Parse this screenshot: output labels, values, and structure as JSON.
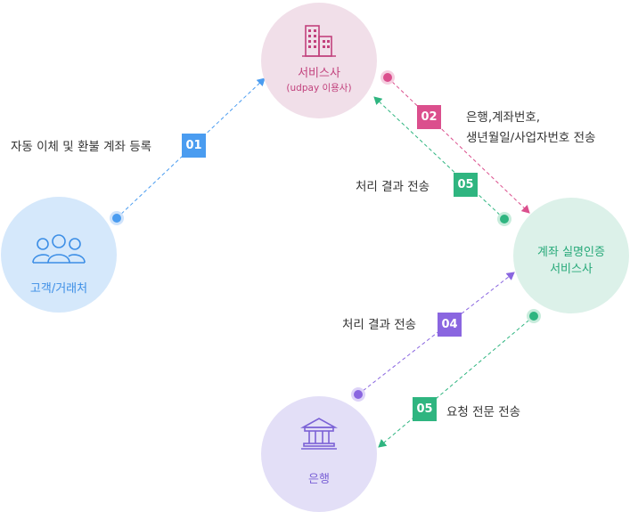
{
  "nodes": {
    "service": {
      "label": "서비스사",
      "sublabel": "(udpay 이용사)",
      "icon": "building-icon",
      "color": "#c2427d"
    },
    "customer": {
      "label": "고객/거래처",
      "icon": "users-group-icon",
      "color": "#3c8ee6"
    },
    "verify": {
      "label_line1": "계좌 실명인증",
      "label_line2": "서비스사",
      "color": "#27a979"
    },
    "bank": {
      "label": "은행",
      "icon": "bank-icon",
      "color": "#7b62d6"
    }
  },
  "steps": {
    "register": {
      "badge": "01",
      "text": "자동 이체 및 환불 계좌 등록",
      "color": "#4a9cf0"
    },
    "send_info": {
      "badge": "02",
      "text_line1": "은행,계좌번호,",
      "text_line2": "생년월일/사업자번호 전송",
      "color": "#db4f8d"
    },
    "result_to_service": {
      "badge": "05",
      "text": "처리 결과 전송",
      "color": "#2fb580"
    },
    "result_from_bank": {
      "badge": "04",
      "text": "처리 결과 전송",
      "color": "#8a66e0"
    },
    "request_to_bank": {
      "badge": "05",
      "text": "요청 전문 전송",
      "color": "#2fb580"
    }
  }
}
